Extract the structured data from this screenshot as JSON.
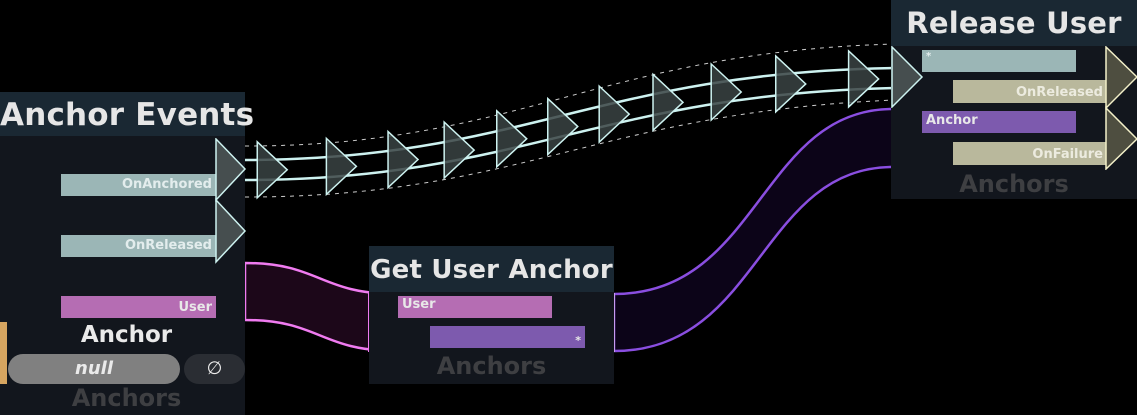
{
  "colors": {
    "exec": "#9bb6b6",
    "exec_out": "#b9b89c",
    "user": "#b56db3",
    "anchor": "#7d5aae",
    "exec_pin_fill": "#464e4f",
    "exec_pin_stroke": "#cdf2f0",
    "exec_out_pin_fill": "#4e4e40",
    "exec_out_pin_stroke": "#f3f0c9",
    "user_wire": "#f07bf0",
    "anchor_wire": "#8a4ee0",
    "node_bg": "#12161d",
    "title_bg": "#1a2833",
    "accent_marker": "#d6a560"
  },
  "nodes": {
    "anchor_events": {
      "title": "Anchor Events",
      "outputs": [
        "OnAnchored",
        "OnReleased",
        "User"
      ],
      "param_label": "Anchor",
      "param_value": "null",
      "clear_icon": "∅",
      "category": "Anchors"
    },
    "get_user_anchor": {
      "title": "Get User Anchor",
      "input": "User",
      "output": "*",
      "category": "Anchors"
    },
    "release_user": {
      "title": "Release User",
      "exec_in": "*",
      "outputs": [
        "OnReleased",
        "OnFailure"
      ],
      "input": "Anchor",
      "category": "Anchors"
    }
  }
}
